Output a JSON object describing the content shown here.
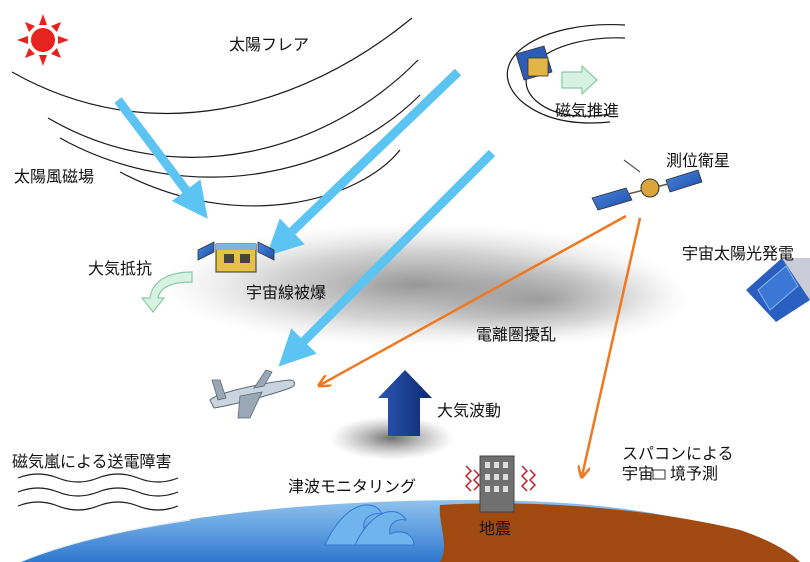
{
  "labels": {
    "solar_flare": "太陽フレア",
    "magnetic_propulsion": "磁気推進",
    "solar_wind_field": "太陽風磁場",
    "positioning_satellite": "測位衛星",
    "atmospheric_drag": "大気抵抗",
    "space_solar_power": "宇宙太陽光発電",
    "radiation_exposure": "宇宙線被爆",
    "ionosphere_disturbance": "電離圏擾乱",
    "atmospheric_waves": "大気波動",
    "supercomputer_line1": "スパコンによる",
    "supercomputer_line2": "宇宙　境予測",
    "geomagnetic_storm": "磁気嵐による送電障害",
    "tsunami_monitoring": "津波モニタリング",
    "earthquake": "地震"
  },
  "colors": {
    "blue_arrow": "#5bc4f2",
    "orange_arrow": "#f07820",
    "sun": "#e8231f",
    "ocean": "#3d86d6",
    "land": "#a04a12",
    "up_arrow": "#1d3f8f"
  }
}
